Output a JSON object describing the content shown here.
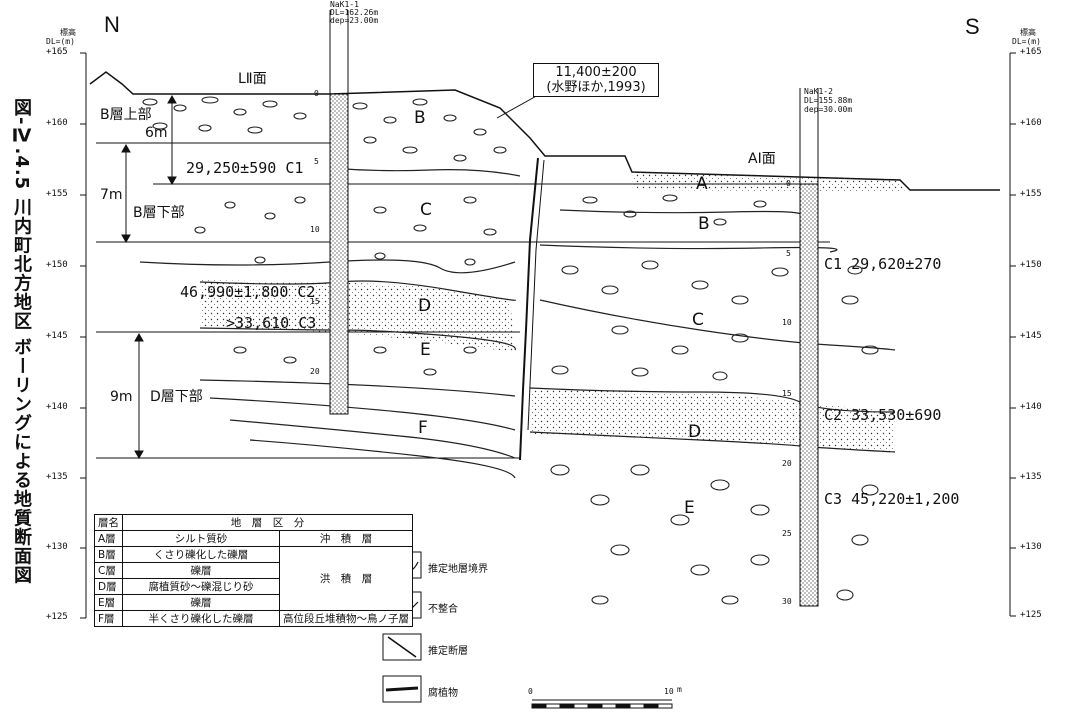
{
  "title": "図-Ⅳ.4.5 川内町北方地区 ボーリングによる地質断面図",
  "north": "N",
  "south": "S",
  "axis_left": {
    "head1": "標高",
    "head2": "DL=(m)",
    "ticks": [
      "+165",
      "+160",
      "+155",
      "+150",
      "+145",
      "+140",
      "+135",
      "+130",
      "+125"
    ]
  },
  "axis_right": {
    "head1": "標高",
    "head2": "DL=(m)",
    "ticks": [
      "+165",
      "+160",
      "+155",
      "+150",
      "+145",
      "+140",
      "+135",
      "+130",
      "+125"
    ]
  },
  "surfaces": {
    "l2": "LⅡ面",
    "a1": "AⅠ面"
  },
  "borehole_left": {
    "top_label": "NaK1-1",
    "dl": "DL=162.26m",
    "dep": "dep=23.00m",
    "depths": [
      "0",
      "5",
      "10",
      "15",
      "20"
    ]
  },
  "borehole_right": {
    "name": "NaK1-2",
    "dl": "DL=155.88m",
    "dep": "dep=30.00m",
    "depths": [
      "0",
      "5",
      "10",
      "15",
      "20",
      "25",
      "30"
    ]
  },
  "dimensions": [
    {
      "label": "B層上部",
      "value": "6m"
    },
    {
      "label": "B層下部",
      "value": "7m"
    },
    {
      "label": "D層下部",
      "value": "9m"
    }
  ],
  "callout": {
    "line1": "11,400±200",
    "line2": "(水野ほか,1993)"
  },
  "ages": {
    "c1_left": "29,250±590 C1",
    "c2_left": "46,990±1,800 C2",
    "c3_left": ">33,610 C3",
    "c1_right": "C1 29,620±270",
    "c2_right": "C2 33,530±690",
    "c3_right": "C3 45,220±1,200"
  },
  "layer_letters": {
    "left_B": "B",
    "left_C": "C",
    "left_D": "D",
    "left_E": "E",
    "left_F": "F",
    "right_A": "A",
    "right_B": "B",
    "right_C": "C",
    "right_D": "D",
    "right_E": "E"
  },
  "legend_table": {
    "headers": [
      "層名",
      "地　層　区　分"
    ],
    "rows": [
      {
        "layer": "A層",
        "lith": "シルト質砂",
        "group": "沖　積　層"
      },
      {
        "layer": "B層",
        "lith": "くさり礫化した礫層",
        "group": ""
      },
      {
        "layer": "C層",
        "lith": "礫層",
        "group": "洪　積　層"
      },
      {
        "layer": "D層",
        "lith": "腐植質砂～礫混じり砂",
        "group": ""
      },
      {
        "layer": "E層",
        "lith": "礫層",
        "group": ""
      },
      {
        "layer": "F層",
        "lith": "半くさり礫化した礫層",
        "group": "高位段丘堆積物～鳥ノ子層"
      }
    ]
  },
  "symbols": [
    {
      "label": "推定地層境界",
      "icon": "wavy-line"
    },
    {
      "label": "不整合",
      "icon": "jagged-line"
    },
    {
      "label": "推定断層",
      "icon": "diagonal-line"
    },
    {
      "label": "腐植物",
      "icon": "thick-line"
    }
  ],
  "scale": {
    "start": "0",
    "end": "10",
    "unit": "m"
  }
}
